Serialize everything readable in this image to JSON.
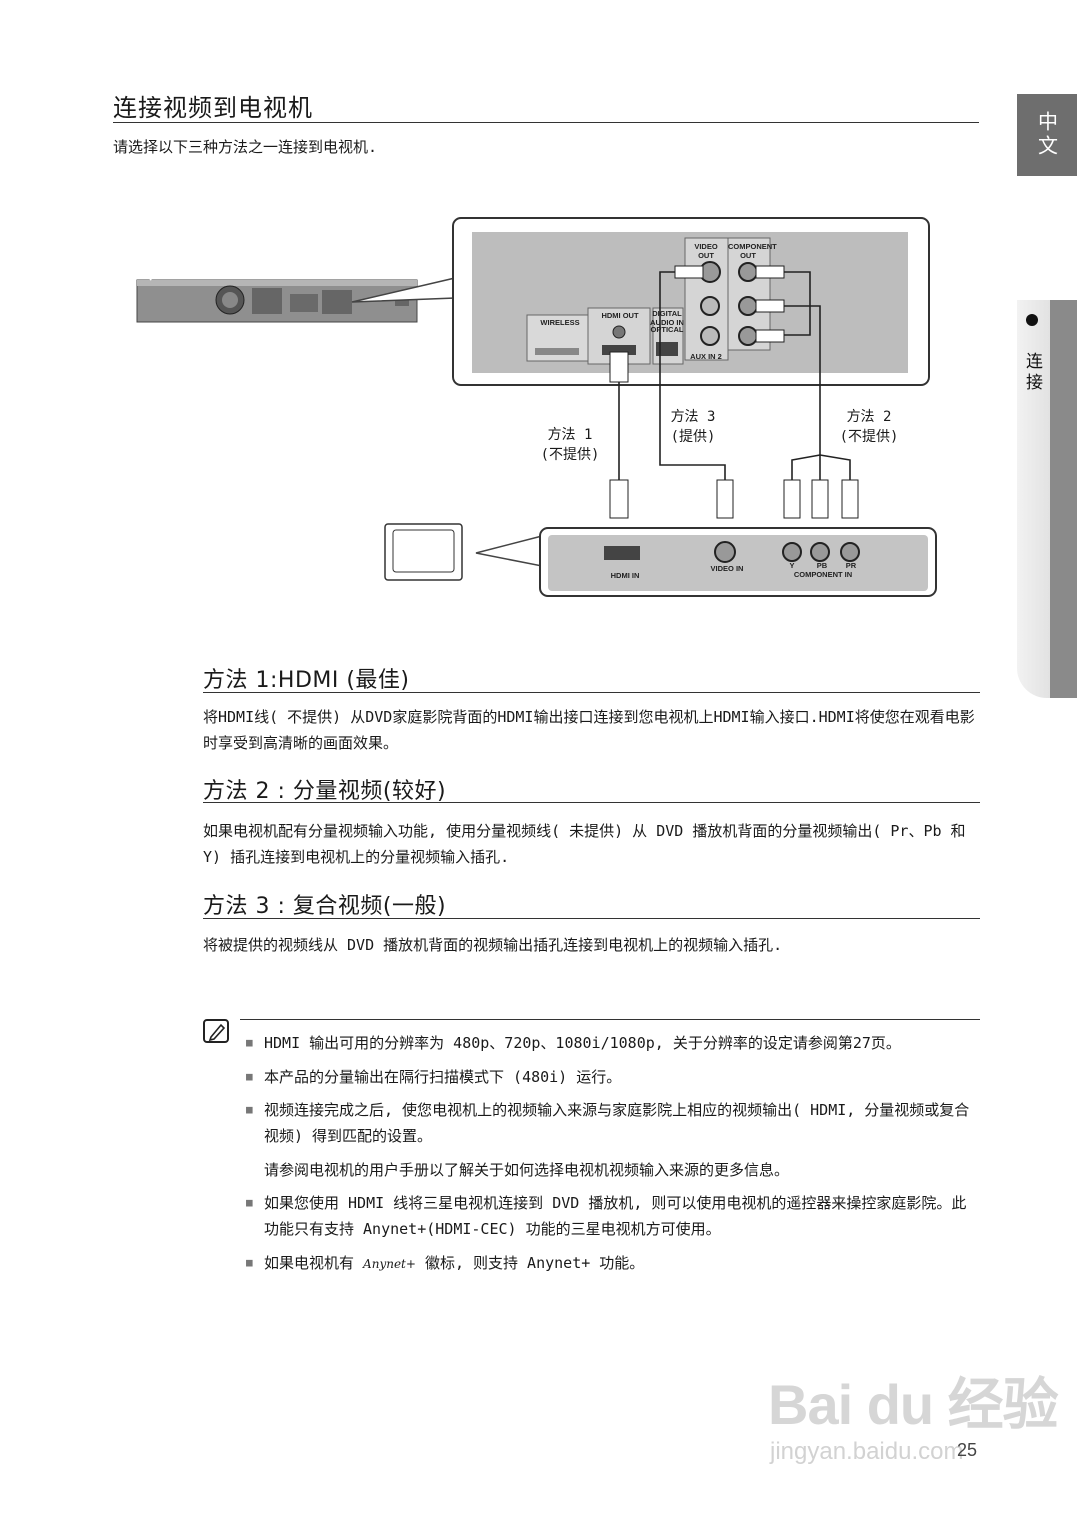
{
  "page": {
    "title": "连接视频到电视机",
    "intro": "请选择以下三种方法之一连接到电视机.",
    "page_number": "25"
  },
  "side_tabs": {
    "language": "中文",
    "section": "连接"
  },
  "diagram": {
    "player_jacks": {
      "video_out": "VIDEO OUT",
      "component_out": "COMPONENT OUT",
      "wireless": "WIRELESS",
      "hdmi_out": "HDMI OUT",
      "digital_audio_in": "DIGITAL AUDIO IN",
      "optical": "OPTICAL",
      "aux_in": "AUX IN 2"
    },
    "tv_jacks": {
      "hdmi_in": "HDMI IN",
      "video_in": "VIDEO IN",
      "component_in": "COMPONENT IN",
      "y": "Y",
      "pb": "PB",
      "pr": "PR"
    },
    "method1_label": "方法 1",
    "method1_note": "(不提供)",
    "method2_label": "方法 2",
    "method2_note": "(不提供)",
    "method3_label": "方法 3",
    "method3_note": "(提供)"
  },
  "sections": [
    {
      "title": "方法 1:HDMI (最佳)",
      "body": "将HDMI线( 不提供) 从DVD家庭影院背面的HDMI输出接口连接到您电视机上HDMI输入接口.HDMI将使您在观看电影时享受到高清晰的画面效果。"
    },
    {
      "title": "方法 2 : 分量视频(较好)",
      "body": "如果电视机配有分量视频输入功能, 使用分量视频线( 未提供) 从 DVD 播放机背面的分量视频输出( Pr、Pb 和 Y) 插孔连接到电视机上的分量视频输入插孔."
    },
    {
      "title": "方法 3 : 复合视频(一般)",
      "body": "将被提供的视频线从 DVD 播放机背面的视频输出插孔连接到电视机上的视频输入插孔."
    }
  ],
  "notes": {
    "items": [
      "HDMI 输出可用的分辨率为 480p、720p、1080i/1080p, 关于分辨率的设定请参阅第27页。",
      "本产品的分量输出在隔行扫描模式下 (480i) 运行。",
      "视频连接完成之后, 使您电视机上的视频输入来源与家庭影院上相应的视频输出( HDMI, 分量视频或复合视频) 得到匹配的设置。",
      "如果您使用 HDMI 线将三星电视机连接到 DVD 播放机, 则可以使用电视机的遥控器来操控家庭影院。此功能只有支持 Anynet+(HDMI-CEC) 功能的三星电视机方可使用。"
    ],
    "plain": "请参阅电视机的用户手册以了解关于如何选择电视机视频输入来源的更多信息。",
    "last_prefix": "如果电视机有",
    "last_suffix": "徽标, 则支持 Anynet+ 功能。",
    "logo_text": "Anynet+"
  },
  "watermark": {
    "logo": "Bai du 经验",
    "url": "jingyan.baidu.com"
  }
}
